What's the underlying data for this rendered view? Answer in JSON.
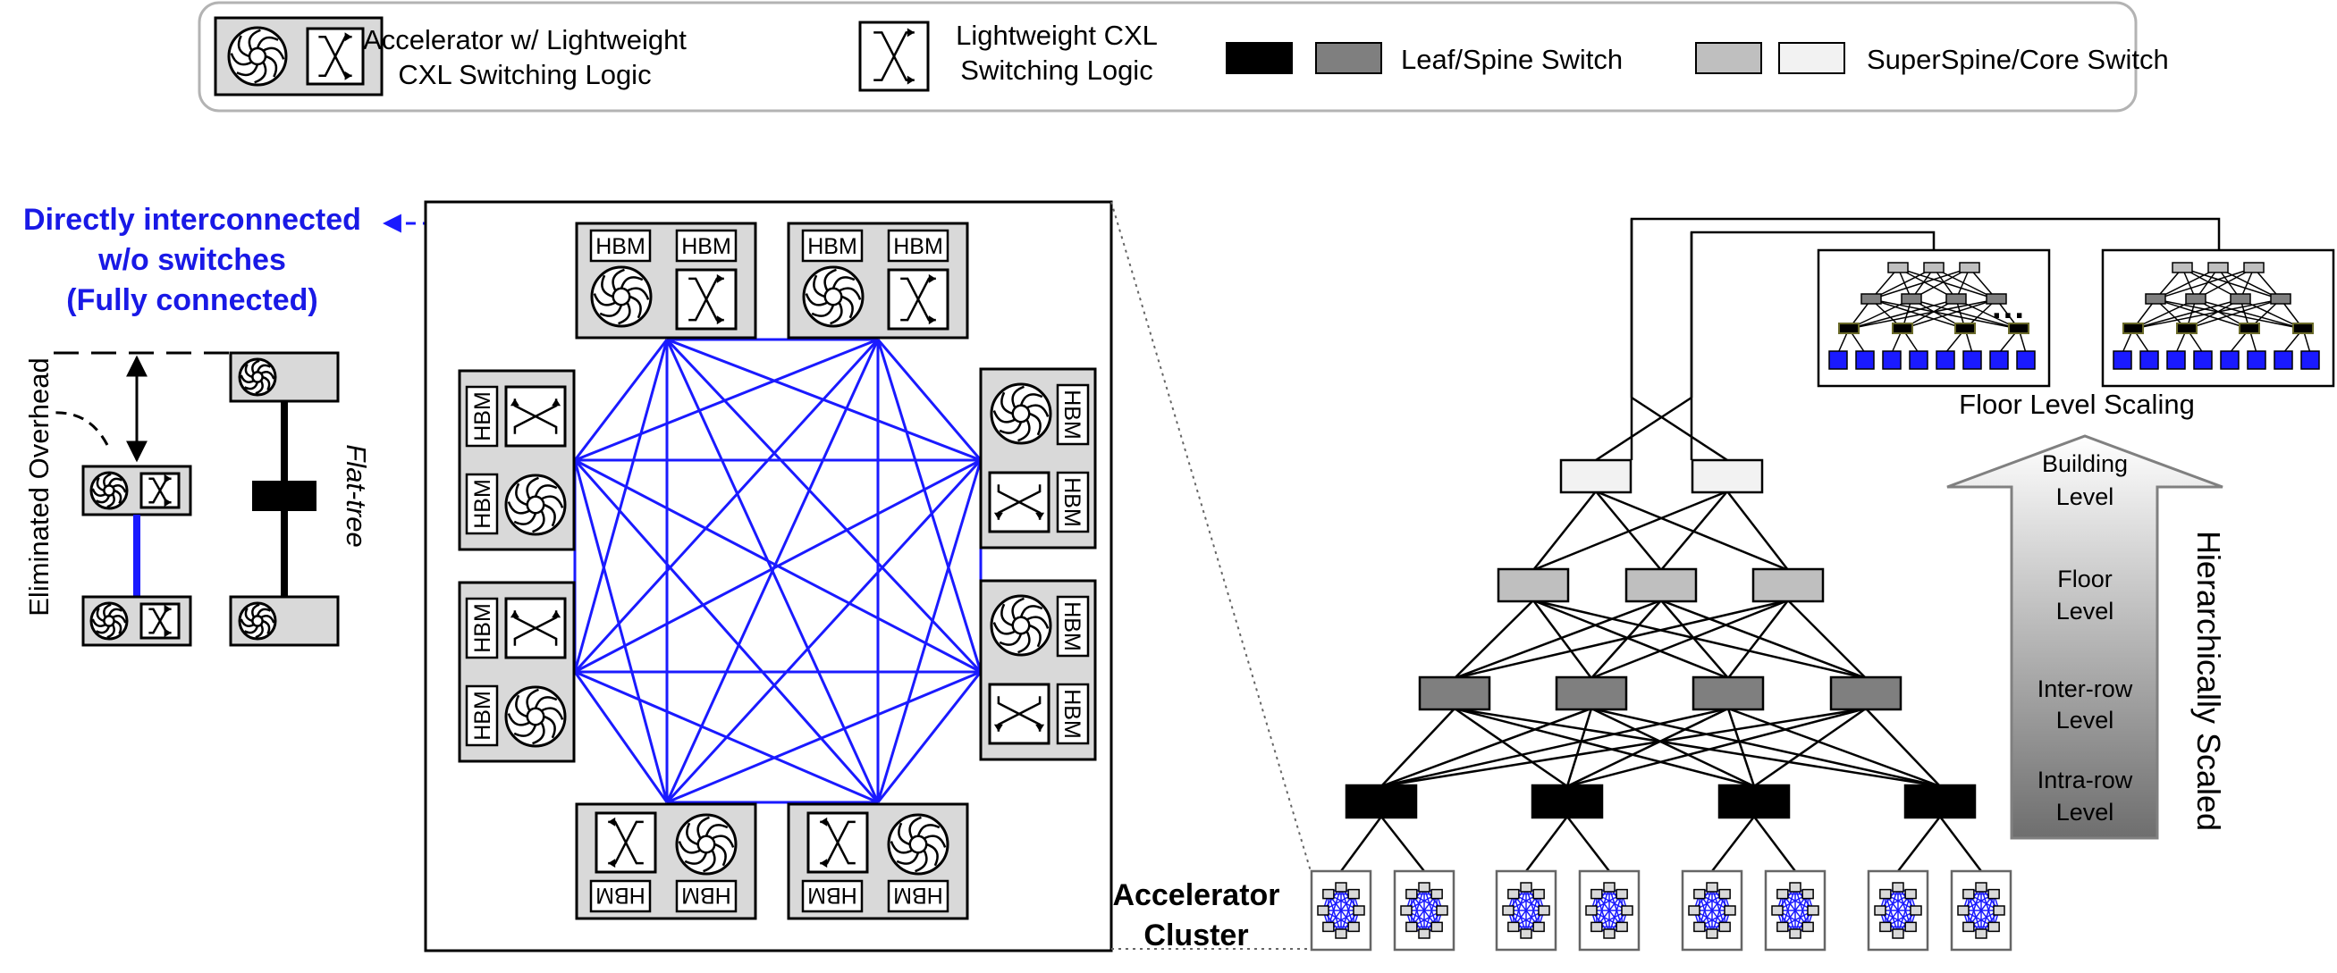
{
  "legend": {
    "accel_switch_label": "Accelerator w/ Lightweight CXL Switching Logic",
    "accel_switch_label_line1": "Accelerator w/ Lightweight",
    "accel_switch_label_line2": "CXL Switching Logic",
    "cxl_switch_label_line1": "Lightweight CXL",
    "cxl_switch_label_line2": "Switching Logic",
    "leaf_spine_label": "Leaf/Spine Switch",
    "superspine_label": "SuperSpine/Core Switch"
  },
  "left_panel": {
    "title_line1": "Directly interconnected",
    "title_line2": "w/o switches",
    "title_line3": "(Fully connected)",
    "eliminated_overhead": "Eliminated Overhead",
    "flat_tree": "Flat-tree"
  },
  "center_panel": {
    "hbm_label": "HBM",
    "node_count": 8
  },
  "right_panel": {
    "floor_scaling_label": "Floor Level Scaling",
    "ellipsis": "···",
    "accelerator_cluster_line1": "Accelerator",
    "accelerator_cluster_line2": "Cluster",
    "hierarchy_label": "Hierarchically Scaled",
    "levels": [
      "Building Level",
      "Floor Level",
      "Inter-row Level",
      "Intra-row Level"
    ],
    "level_lines": [
      [
        "Building",
        "Level"
      ],
      [
        "Floor",
        "Level"
      ],
      [
        "Inter-row",
        "Level"
      ],
      [
        "Intra-row",
        "Level"
      ]
    ],
    "tiers": {
      "core": 2,
      "superspine": 3,
      "spine": 4,
      "leaf": 4,
      "clusters": 8
    }
  },
  "colors": {
    "blue": "#1a1aff",
    "title_blue": "#1919e6",
    "box_gray": "#d9d9d9",
    "leaf": "#000000",
    "spine": "#7f7f7f",
    "superspine": "#bfbfbf",
    "core": "#f2f2f2"
  }
}
